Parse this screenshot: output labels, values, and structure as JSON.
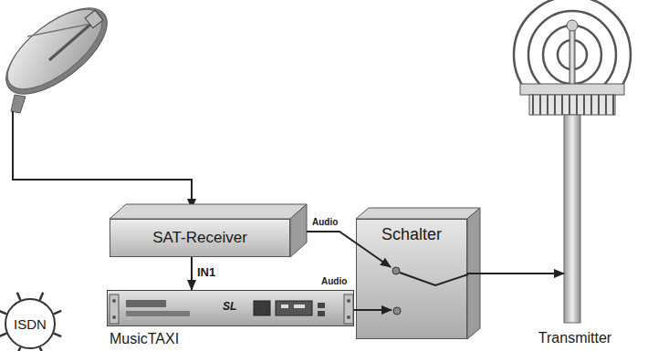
{
  "diagram": {
    "nodes": [
      {
        "text": [
          "SAT-Receiver"
        ]
      },
      {
        "text": [
          "Schalter"
        ]
      },
      {
        "text": [
          "ISDN"
        ]
      },
      {
        "text": [
          "MusicTAXI"
        ]
      },
      {
        "text": [
          "Transmitter"
        ]
      }
    ],
    "edges": [
      {
        "from": 0,
        "to": 3,
        "label": "IN1",
        "arrow": "to"
      },
      {
        "from": 0,
        "to": 1,
        "label": "Audio",
        "arrow": "to"
      },
      {
        "from": 3,
        "to": 1,
        "label": "Audio",
        "arrow": "to"
      },
      {
        "from": 1,
        "to": 4,
        "arrow": "to"
      }
    ],
    "labels": [
      "SL"
    ]
  }
}
